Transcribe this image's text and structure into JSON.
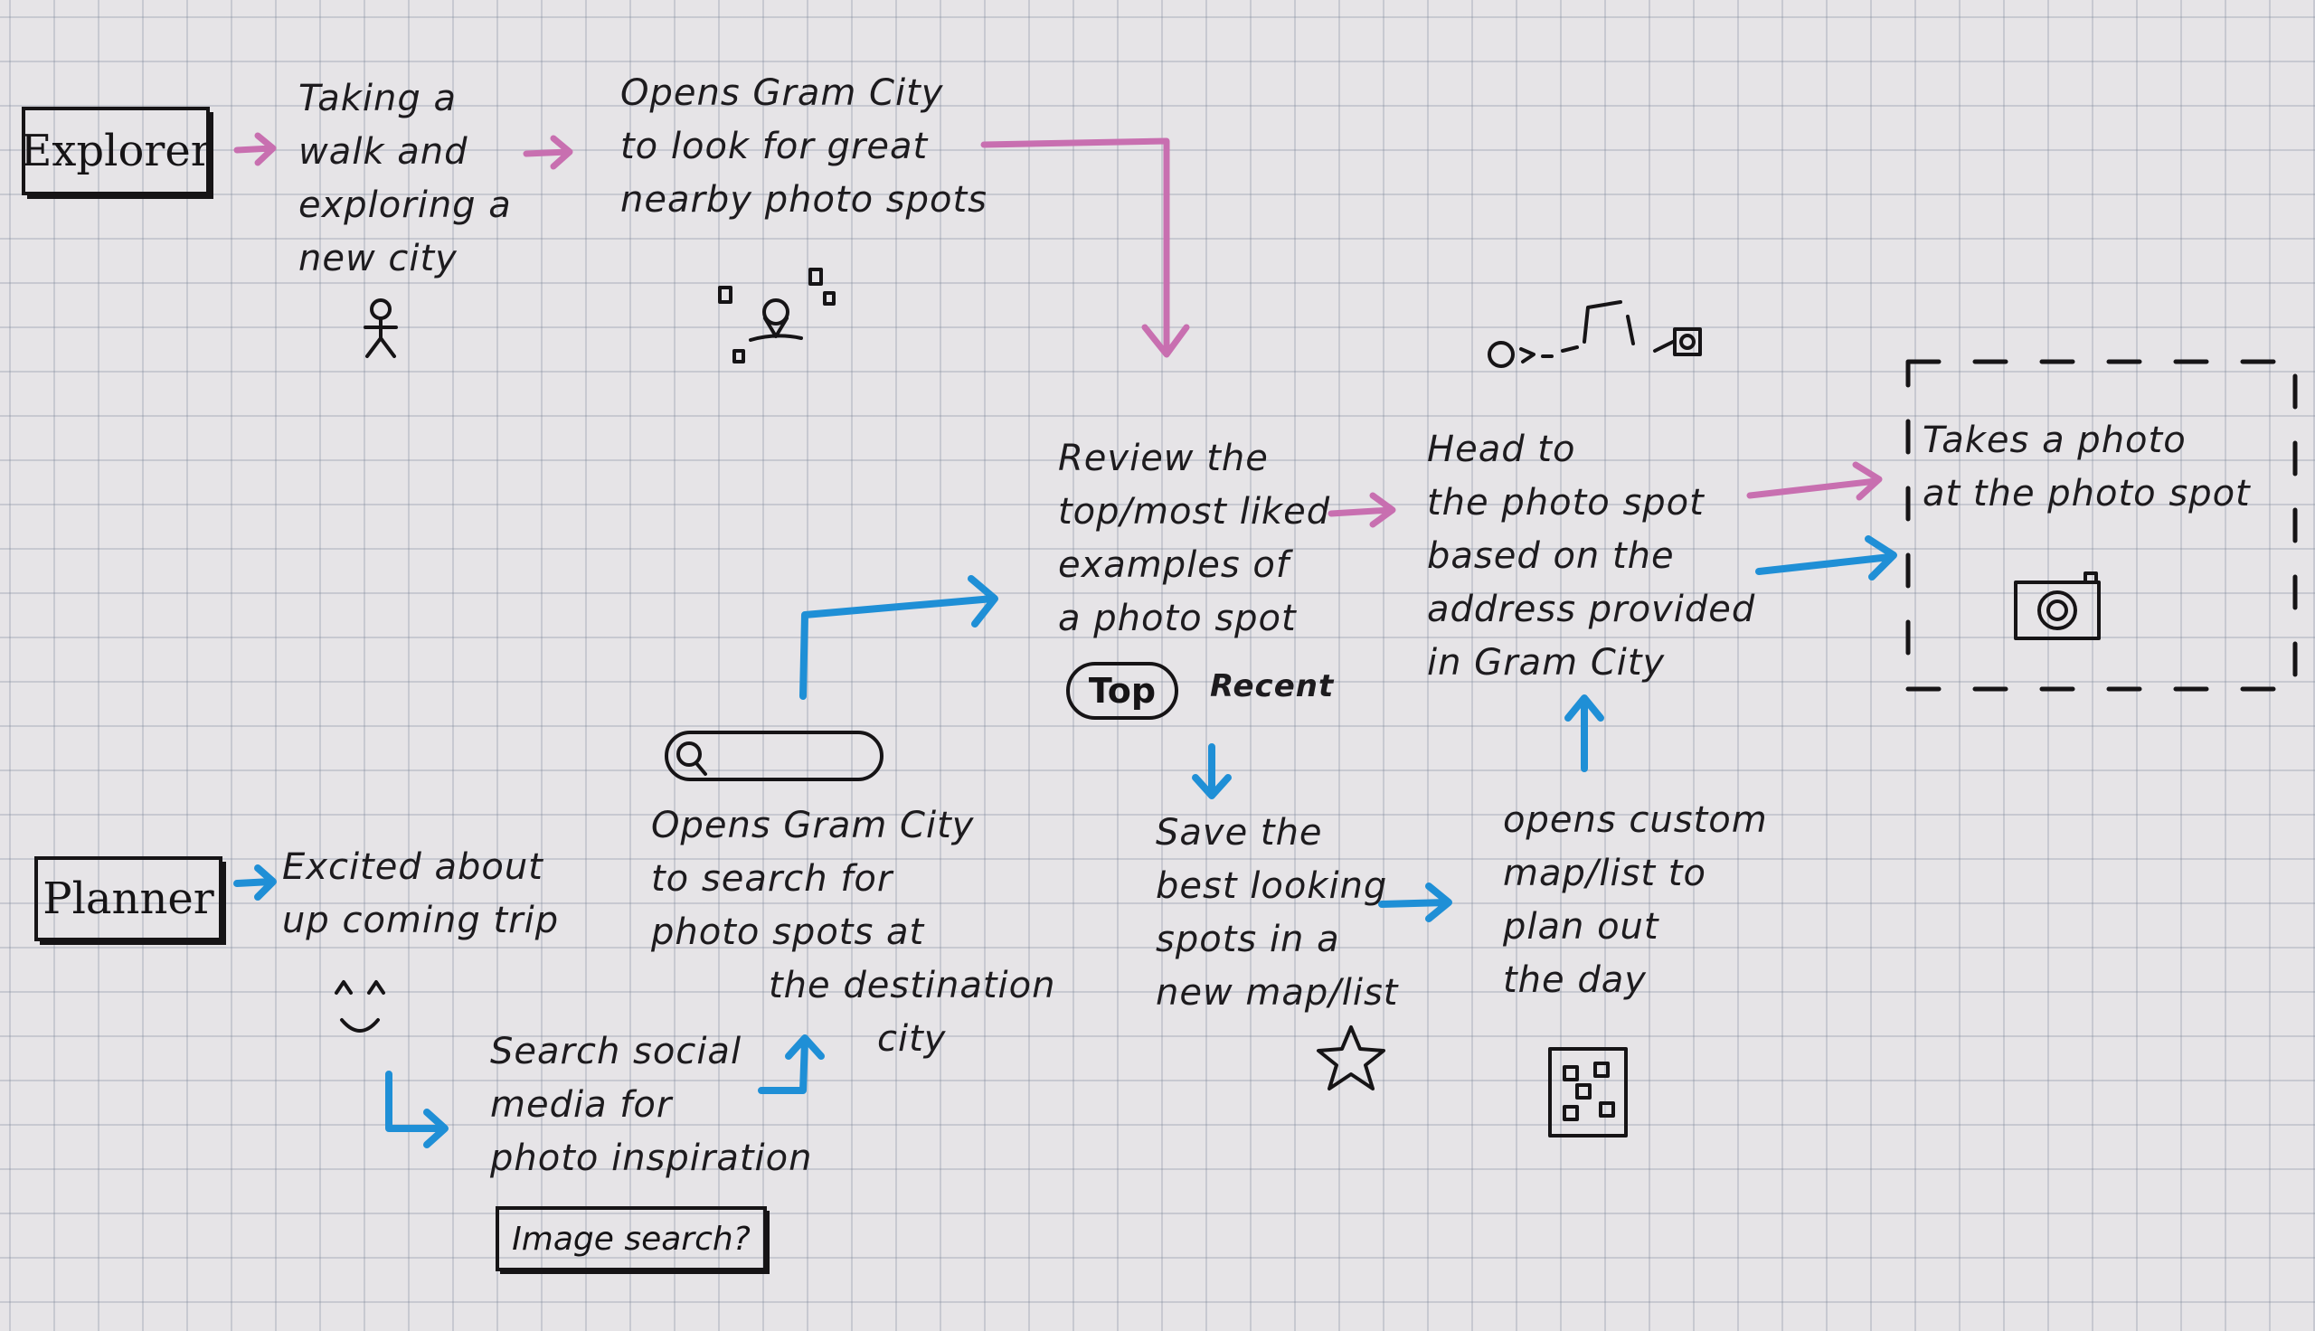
{
  "colors": {
    "pink": "#c86fb0",
    "blue": "#1f8fd6",
    "ink": "#161416",
    "paper": "#e6e4e7"
  },
  "personas": {
    "explorer": "Explorer",
    "planner": "Planner"
  },
  "explorer_flow": {
    "step1": [
      "Taking a",
      "walk and",
      "exploring a",
      "new city"
    ],
    "step2": [
      "Opens Gram City",
      "to look for great",
      "nearby photo spots"
    ]
  },
  "shared_flow": {
    "review": [
      "Review the",
      "top/most liked",
      "examples of",
      "a photo spot"
    ],
    "review_tabs": {
      "top": "Top",
      "recent": "Recent"
    },
    "head_to": [
      "Head to",
      "the photo spot",
      "based on the",
      "address provided",
      "in Gram City"
    ],
    "takes_photo": [
      "Takes a photo",
      "at the photo spot"
    ],
    "save": [
      "Save the",
      "best looking",
      "spots in a",
      "new map/list"
    ],
    "custom_map": [
      "opens custom",
      "map/list to",
      "plan out",
      "the day"
    ]
  },
  "planner_flow": {
    "step1": [
      "Excited about",
      "up coming trip"
    ],
    "step2": [
      "Search social",
      "media for",
      "photo inspiration"
    ],
    "image_search": "Image search?",
    "step3": [
      "Opens Gram City",
      "to search for",
      "photo spots at",
      "the destination",
      "city"
    ]
  },
  "icons": [
    "stick-figure-icon",
    "map-pin-icon",
    "search-bar-icon",
    "walk-to-camera-icon",
    "camera-icon",
    "star-icon",
    "map-grid-icon",
    "smiley-icon"
  ]
}
